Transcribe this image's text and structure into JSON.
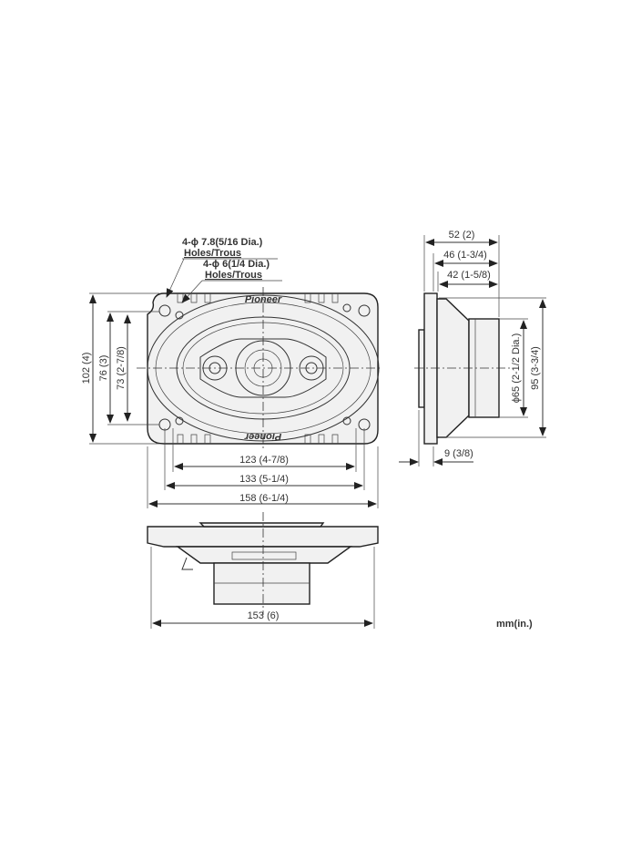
{
  "front_view": {
    "callouts": {
      "holes_large": "4-ϕ 7.8(5/16 Dia.)",
      "holes_large_sub": "Holes/Trous",
      "holes_small": "4-ϕ 6(1/4 Dia.)",
      "holes_small_sub": "Holes/Trous"
    },
    "brand_top": "Pioneer",
    "brand_bottom": "Pioneer",
    "dimensions": {
      "height_outer": "102 (4)",
      "height_mid": "76 (3)",
      "height_inner": "73 (2-7/8)",
      "width_123": "123 (4-7/8)",
      "width_133": "133 (5-1/4)",
      "width_158": "158 (6-1/4)"
    }
  },
  "side_view": {
    "dimensions": {
      "depth_52": "52 (2)",
      "depth_46": "46 (1-3/4)",
      "depth_42": "42 (1-5/8)",
      "magnet_dia": "ϕ65 (2-1/2 Dia.)",
      "height_95": "95 (3-3/4)",
      "flange_9": "9 (3/8)"
    }
  },
  "bottom_view": {
    "dimensions": {
      "width_153": "153 (6)"
    }
  },
  "units_label": "mm(in.)"
}
